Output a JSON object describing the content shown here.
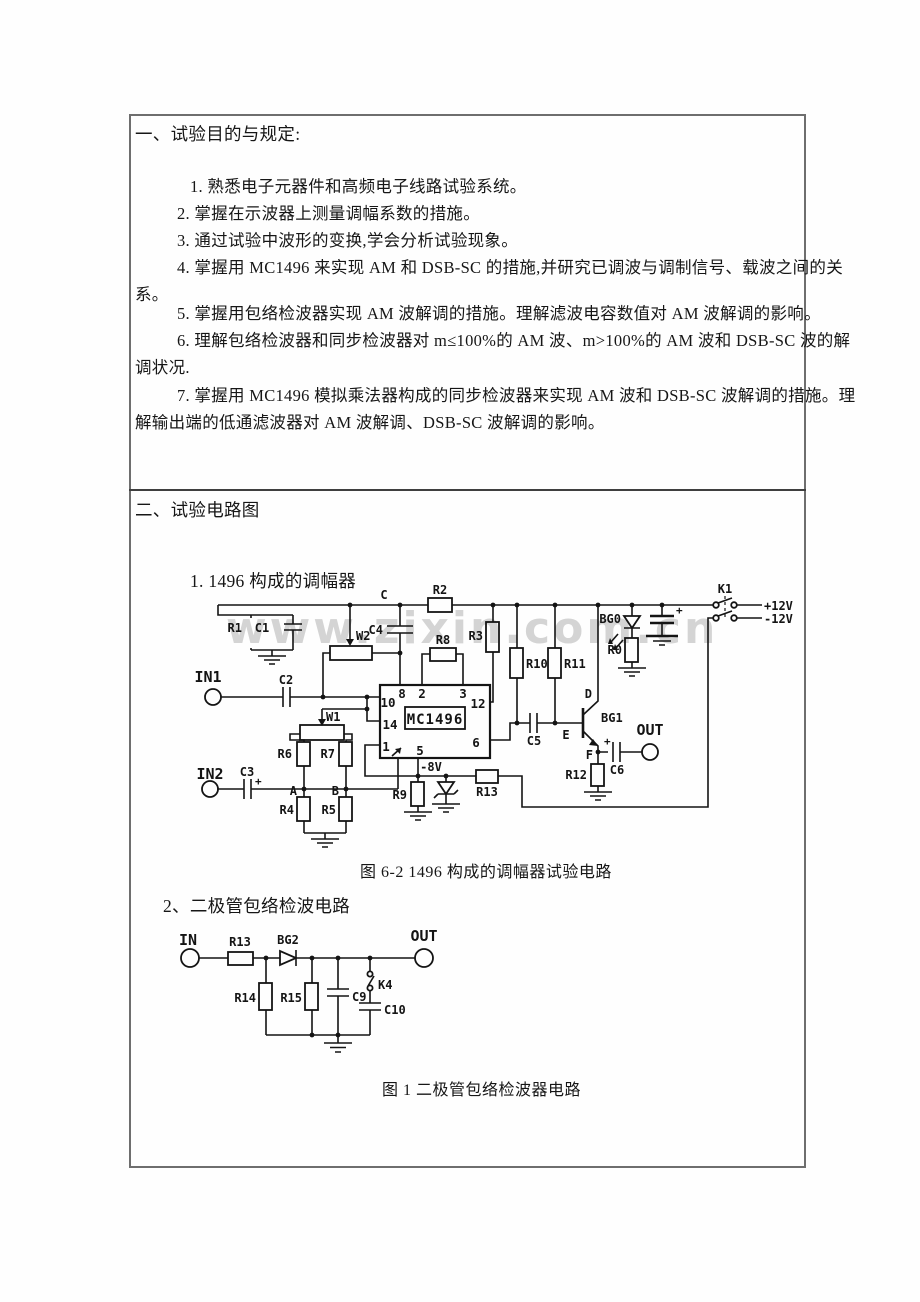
{
  "doc": {
    "section1": {
      "title": "一、试验目的与规定:",
      "lines": [
        "1. 熟悉电子元器件和高频电子线路试验系统。",
        "2. 掌握在示波器上测量调幅系数的措施。",
        "3. 通过试验中波形的变换,学会分析试验现象。",
        "4. 掌握用 MC1496 来实现 AM 和 DSB-SC 的措施,并研究已调波与调制信号、载波之间的关",
        "系。",
        "5. 掌握用包络检波器实现 AM 波解调的措施。理解滤波电容数值对 AM 波解调的影响。",
        "6. 理解包络检波器和同步检波器对 m≤100%的 AM 波、m>100%的 AM 波和 DSB-SC 波的解",
        "调状况.",
        "7. 掌握用 MC1496 模拟乘法器构成的同步检波器来实现 AM 波和 DSB-SC 波解调的措施。理",
        "解输出端的低通滤波器对 AM 波解调、DSB-SC 波解调的影响。"
      ]
    },
    "section2": {
      "title": "二、试验电路图",
      "subtitle1": "1. 1496 构成的调幅器",
      "caption1": "图 6-2  1496 构成的调幅器试验电路",
      "subtitle2": "2、二极管包络检波电路",
      "caption2": "图 1 二极管包络检波器电路"
    },
    "watermark": "www.zixin.com.cn"
  },
  "circuit1": {
    "labels": {
      "c_node": "C",
      "r2": "R2",
      "k1": "K1",
      "vplus": "+12V",
      "vminus": "-12V",
      "r1": "R1",
      "c1": "C1",
      "in1": "IN1",
      "c2": "C2",
      "w2": "W2",
      "c4": "C4",
      "r8": "R8",
      "r3": "R3",
      "r10": "R10",
      "r11": "R11",
      "bg0": "BG0",
      "r0": "R0",
      "cplus": "+",
      "ic": "MC1496",
      "p8": "8",
      "p2": "2",
      "p3": "3",
      "p10": "10",
      "p12": "12",
      "p14": "14",
      "p1": "1",
      "p5": "5",
      "p6": "6",
      "d": "D",
      "e": "E",
      "f": "F",
      "bg1": "BG1",
      "c5": "C5",
      "c6": "C6",
      "c6plus": "+",
      "out": "OUT",
      "r12": "R12",
      "v8": "-8V",
      "r9": "R9",
      "r13": "R13",
      "in2": "IN2",
      "c3": "C3",
      "c3plus": "+",
      "w1": "W1",
      "r6": "R6",
      "r7": "R7",
      "a": "A",
      "b": "B",
      "r4": "R4",
      "r5": "R5"
    }
  },
  "circuit2": {
    "labels": {
      "in": "IN",
      "r13": "R13",
      "bg2": "BG2",
      "out": "OUT",
      "r14": "R14",
      "r15": "R15",
      "c9": "C9",
      "k4": "K4",
      "c10": "C10"
    }
  }
}
